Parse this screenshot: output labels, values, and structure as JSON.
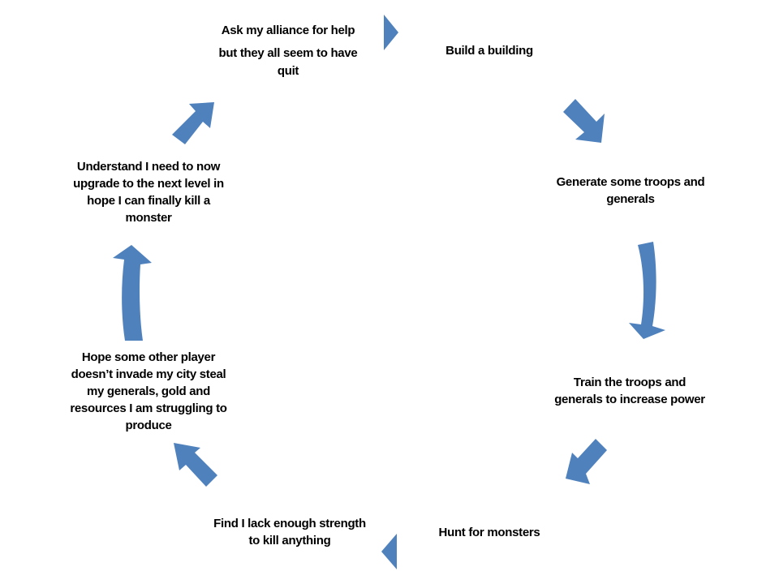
{
  "colors": {
    "arrow": "#4F81BD",
    "text": "#000000",
    "background": "#FFFFFF"
  },
  "steps": [
    {
      "lines": [
        "Ask my alliance for help"
      ]
    },
    {
      "lines": [
        "but they all seem to have",
        "quit"
      ]
    },
    {
      "lines": [
        "Build a building"
      ]
    },
    {
      "lines": [
        "Generate some troops and",
        "generals"
      ]
    },
    {
      "lines": [
        "Train the troops and",
        "generals to increase power"
      ]
    },
    {
      "lines": [
        "Hunt for monsters"
      ]
    },
    {
      "lines": [
        "Find I lack enough strength",
        "to kill anything"
      ]
    },
    {
      "lines": [
        "Hope some other player",
        "doesn’t invade my city steal",
        "my generals, gold and",
        "resources I am struggling to",
        "produce"
      ]
    },
    {
      "lines": [
        "Understand I need to now",
        "upgrade to the next level in",
        "hope I can finally kill a",
        "monster"
      ]
    }
  ],
  "arrows": [
    {
      "icon": "arrow-right-icon"
    },
    {
      "icon": "arrow-down-right-icon"
    },
    {
      "icon": "arrow-curved-down-icon"
    },
    {
      "icon": "arrow-down-left-icon"
    },
    {
      "icon": "arrow-left-icon"
    },
    {
      "icon": "arrow-up-left-icon"
    },
    {
      "icon": "arrow-curved-up-icon"
    },
    {
      "icon": "arrow-up-right-icon"
    }
  ]
}
